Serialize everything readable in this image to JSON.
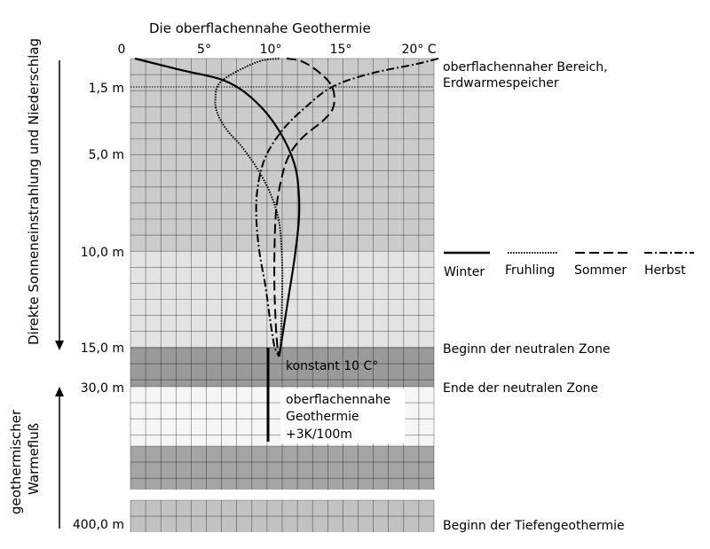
{
  "title": "Die oberflachennahe Geothermie",
  "left_top_label": "Direkte Sonneneinstrahlung und Niederschlag",
  "left_bottom_label": [
    "geothermischer",
    "Warmefluß"
  ],
  "temp_ticks": [
    "0",
    "5°",
    "10°",
    "15°",
    "20° C"
  ],
  "depth_labels": [
    "1,5 m",
    "5,0 m",
    "10,0 m",
    "15,0 m",
    "30,0 m",
    "400,0 m"
  ],
  "zone_labels": {
    "near_surface": [
      "oberflachennaher Bereich,",
      "Erdwarmespeicher"
    ],
    "neutral_start": "Beginn der neutralen Zone",
    "neutral_end": "Ende der neutralen Zone",
    "deep": "Beginn der Tiefengeothermie"
  },
  "constant_label": "konstant 10 C°",
  "gradient_label": [
    "oberflachennahe",
    "Geothermie",
    "+3K/100m"
  ],
  "chart_data": {
    "type": "line",
    "title": "Die oberflachennahe Geothermie",
    "x_unit": "°C",
    "x_ticks": [
      0,
      5,
      10,
      15,
      20
    ],
    "y_unit": "m",
    "y_ticks": [
      1.5,
      5.0,
      10.0,
      15.0
    ],
    "series": [
      {
        "name": "Winter",
        "style": "solid",
        "points": [
          [
            0.5,
            0
          ],
          [
            3.5,
            0.6
          ],
          [
            6.5,
            1.2
          ],
          [
            8.5,
            2.3
          ],
          [
            10,
            3.8
          ],
          [
            11,
            5.5
          ],
          [
            11.3,
            7
          ],
          [
            11.3,
            8.5
          ],
          [
            11,
            10.5
          ],
          [
            10.6,
            12.5
          ],
          [
            10.3,
            14
          ],
          [
            10.1,
            15
          ]
        ]
      },
      {
        "name": "Fruhling",
        "style": "dotted",
        "points": [
          [
            10,
            0
          ],
          [
            8.5,
            0.2
          ],
          [
            6.2,
            1.2
          ],
          [
            5.8,
            2.2
          ],
          [
            6,
            3
          ],
          [
            6.6,
            3.8
          ],
          [
            7.5,
            4.6
          ],
          [
            8.5,
            5.7
          ],
          [
            9.4,
            7
          ],
          [
            10,
            8.5
          ],
          [
            10.2,
            10.5
          ],
          [
            10.2,
            12.5
          ],
          [
            10.1,
            15
          ]
        ]
      },
      {
        "name": "Sommer",
        "style": "dashed",
        "points": [
          [
            10.5,
            0
          ],
          [
            11.5,
            0.15
          ],
          [
            12.6,
            0.7
          ],
          [
            13.5,
            1.5
          ],
          [
            13.6,
            2.5
          ],
          [
            13,
            3.2
          ],
          [
            11.5,
            4.2
          ],
          [
            10.6,
            5.2
          ],
          [
            10.1,
            6.5
          ],
          [
            9.8,
            8
          ],
          [
            9.7,
            10
          ],
          [
            9.7,
            12
          ],
          [
            9.8,
            14
          ],
          [
            9.9,
            15
          ]
        ]
      },
      {
        "name": "Herbst",
        "style": "dashdot",
        "points": [
          [
            20.5,
            0
          ],
          [
            19,
            0.3
          ],
          [
            16,
            0.8
          ],
          [
            13.5,
            1.5
          ],
          [
            11.7,
            2.6
          ],
          [
            10.2,
            3.8
          ],
          [
            9.1,
            5.2
          ],
          [
            8.6,
            6.7
          ],
          [
            8.5,
            8.2
          ],
          [
            8.7,
            10
          ],
          [
            9.1,
            11.8
          ],
          [
            9.4,
            13.5
          ],
          [
            9.7,
            15
          ]
        ]
      }
    ],
    "constant_zone": {
      "depth_from": 15,
      "depth_to": 30,
      "temperature": 10
    },
    "gradient": "+3K/100m"
  },
  "legend": [
    "Winter",
    "Fruhling",
    "Sommer",
    "Herbst"
  ]
}
